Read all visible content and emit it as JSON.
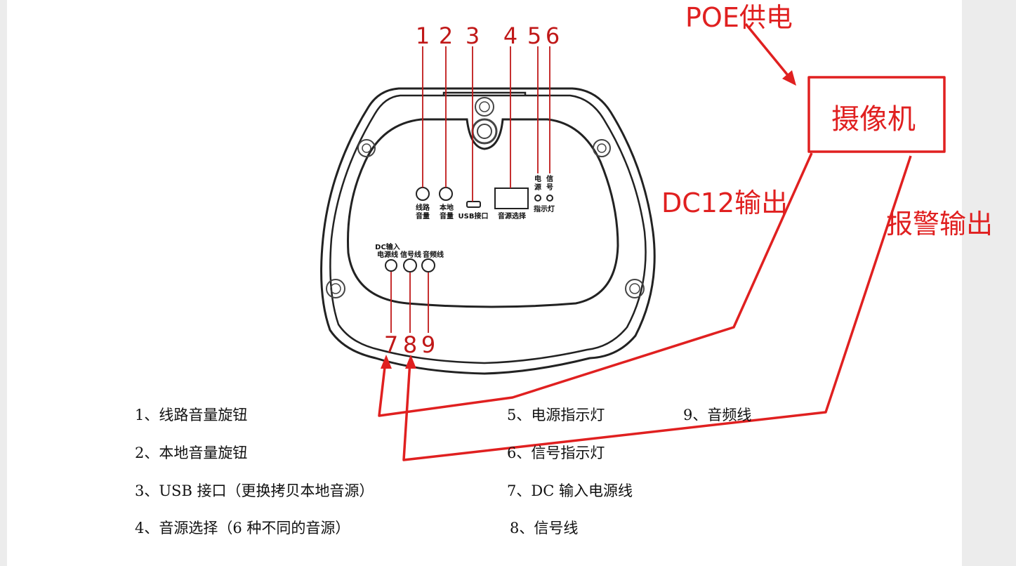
{
  "colors": {
    "accent": "#e02020",
    "outline": "#222222",
    "text": "#111111"
  },
  "device": {
    "port_numbers": [
      "1",
      "2",
      "3",
      "4",
      "5",
      "6",
      "7",
      "8",
      "9"
    ],
    "labels": {
      "line_volume": [
        "线路",
        "音量"
      ],
      "local_volume": [
        "本地",
        "音量"
      ],
      "usb": "USB接口",
      "source_select": "音源选择",
      "power": [
        "电",
        "源"
      ],
      "signal": [
        "信",
        "号"
      ],
      "indicator": "指示灯",
      "dc_input": [
        "DC输入",
        "电源线"
      ],
      "signal_wire": "信号线",
      "audio_wire": "音频线"
    }
  },
  "annotations": {
    "poe": "POE供电",
    "camera": "摄像机",
    "dc12_out": "DC12输出",
    "alarm_out": "报警输出"
  },
  "legend": {
    "left": [
      "1、线路音量旋钮",
      "2、本地音量旋钮",
      "3、USB 接口（更换拷贝本地音源）",
      "4、音源选择（6 种不同的音源）"
    ],
    "middle": [
      "5、电源指示灯",
      "6、信号指示灯",
      "7、DC 输入电源线",
      "8、信号线"
    ],
    "right": [
      "9、音频线"
    ]
  }
}
